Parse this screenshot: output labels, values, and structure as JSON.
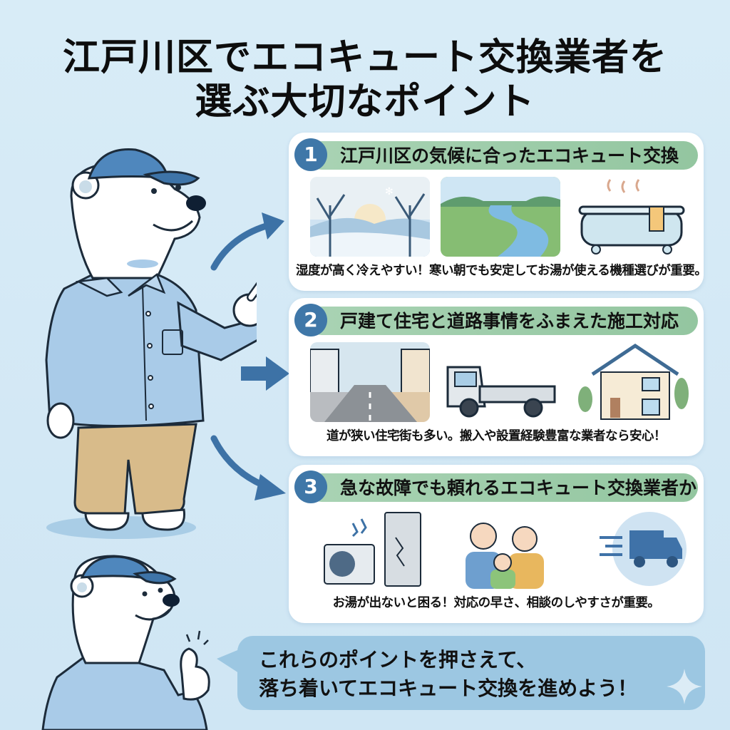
{
  "title": {
    "line1": "江戸川区でエコキュート交換業者を",
    "line2": "選ぶ大切なポイント"
  },
  "colors": {
    "background": "#d6ebf6",
    "number_badge": "#3f77a8",
    "heading_bar": "#9fcdab",
    "bubble": "#9cc7e2",
    "arrow": "#3d72a6"
  },
  "points": [
    {
      "number": "1",
      "title": "江戸川区の気候に合ったエコキュート交換",
      "images": [
        "snowy-winter-landscape",
        "river-through-grassland",
        "steaming-bathtub"
      ],
      "caption": "湿度が高く冷えやすい！寒い朝でも安定してお湯が使える機種選びが重要。"
    },
    {
      "number": "2",
      "title": "戸建て住宅と道路事情をふまえた施工対応",
      "images": [
        "narrow-residential-street",
        "light-truck",
        "detached-house"
      ],
      "caption": "道が狭い住宅街も多い。搬入や設置経験豊富な業者なら安心！"
    },
    {
      "number": "3",
      "title": "急な故障でも頼れるエコキュート交換業者か",
      "images": [
        "broken-ecocute-unit",
        "worried-family",
        "fast-delivery-truck"
      ],
      "caption": "お湯が出ないと困る！対応の早さ、相談のしやすさが重要。"
    }
  ],
  "bubble": {
    "line1": "これらのポイントを押さえて、",
    "line2": "落ち着いてエコキュート交換を進めよう！"
  },
  "characters": [
    "polar-bear-pointing",
    "polar-bear-thumbs-up"
  ]
}
